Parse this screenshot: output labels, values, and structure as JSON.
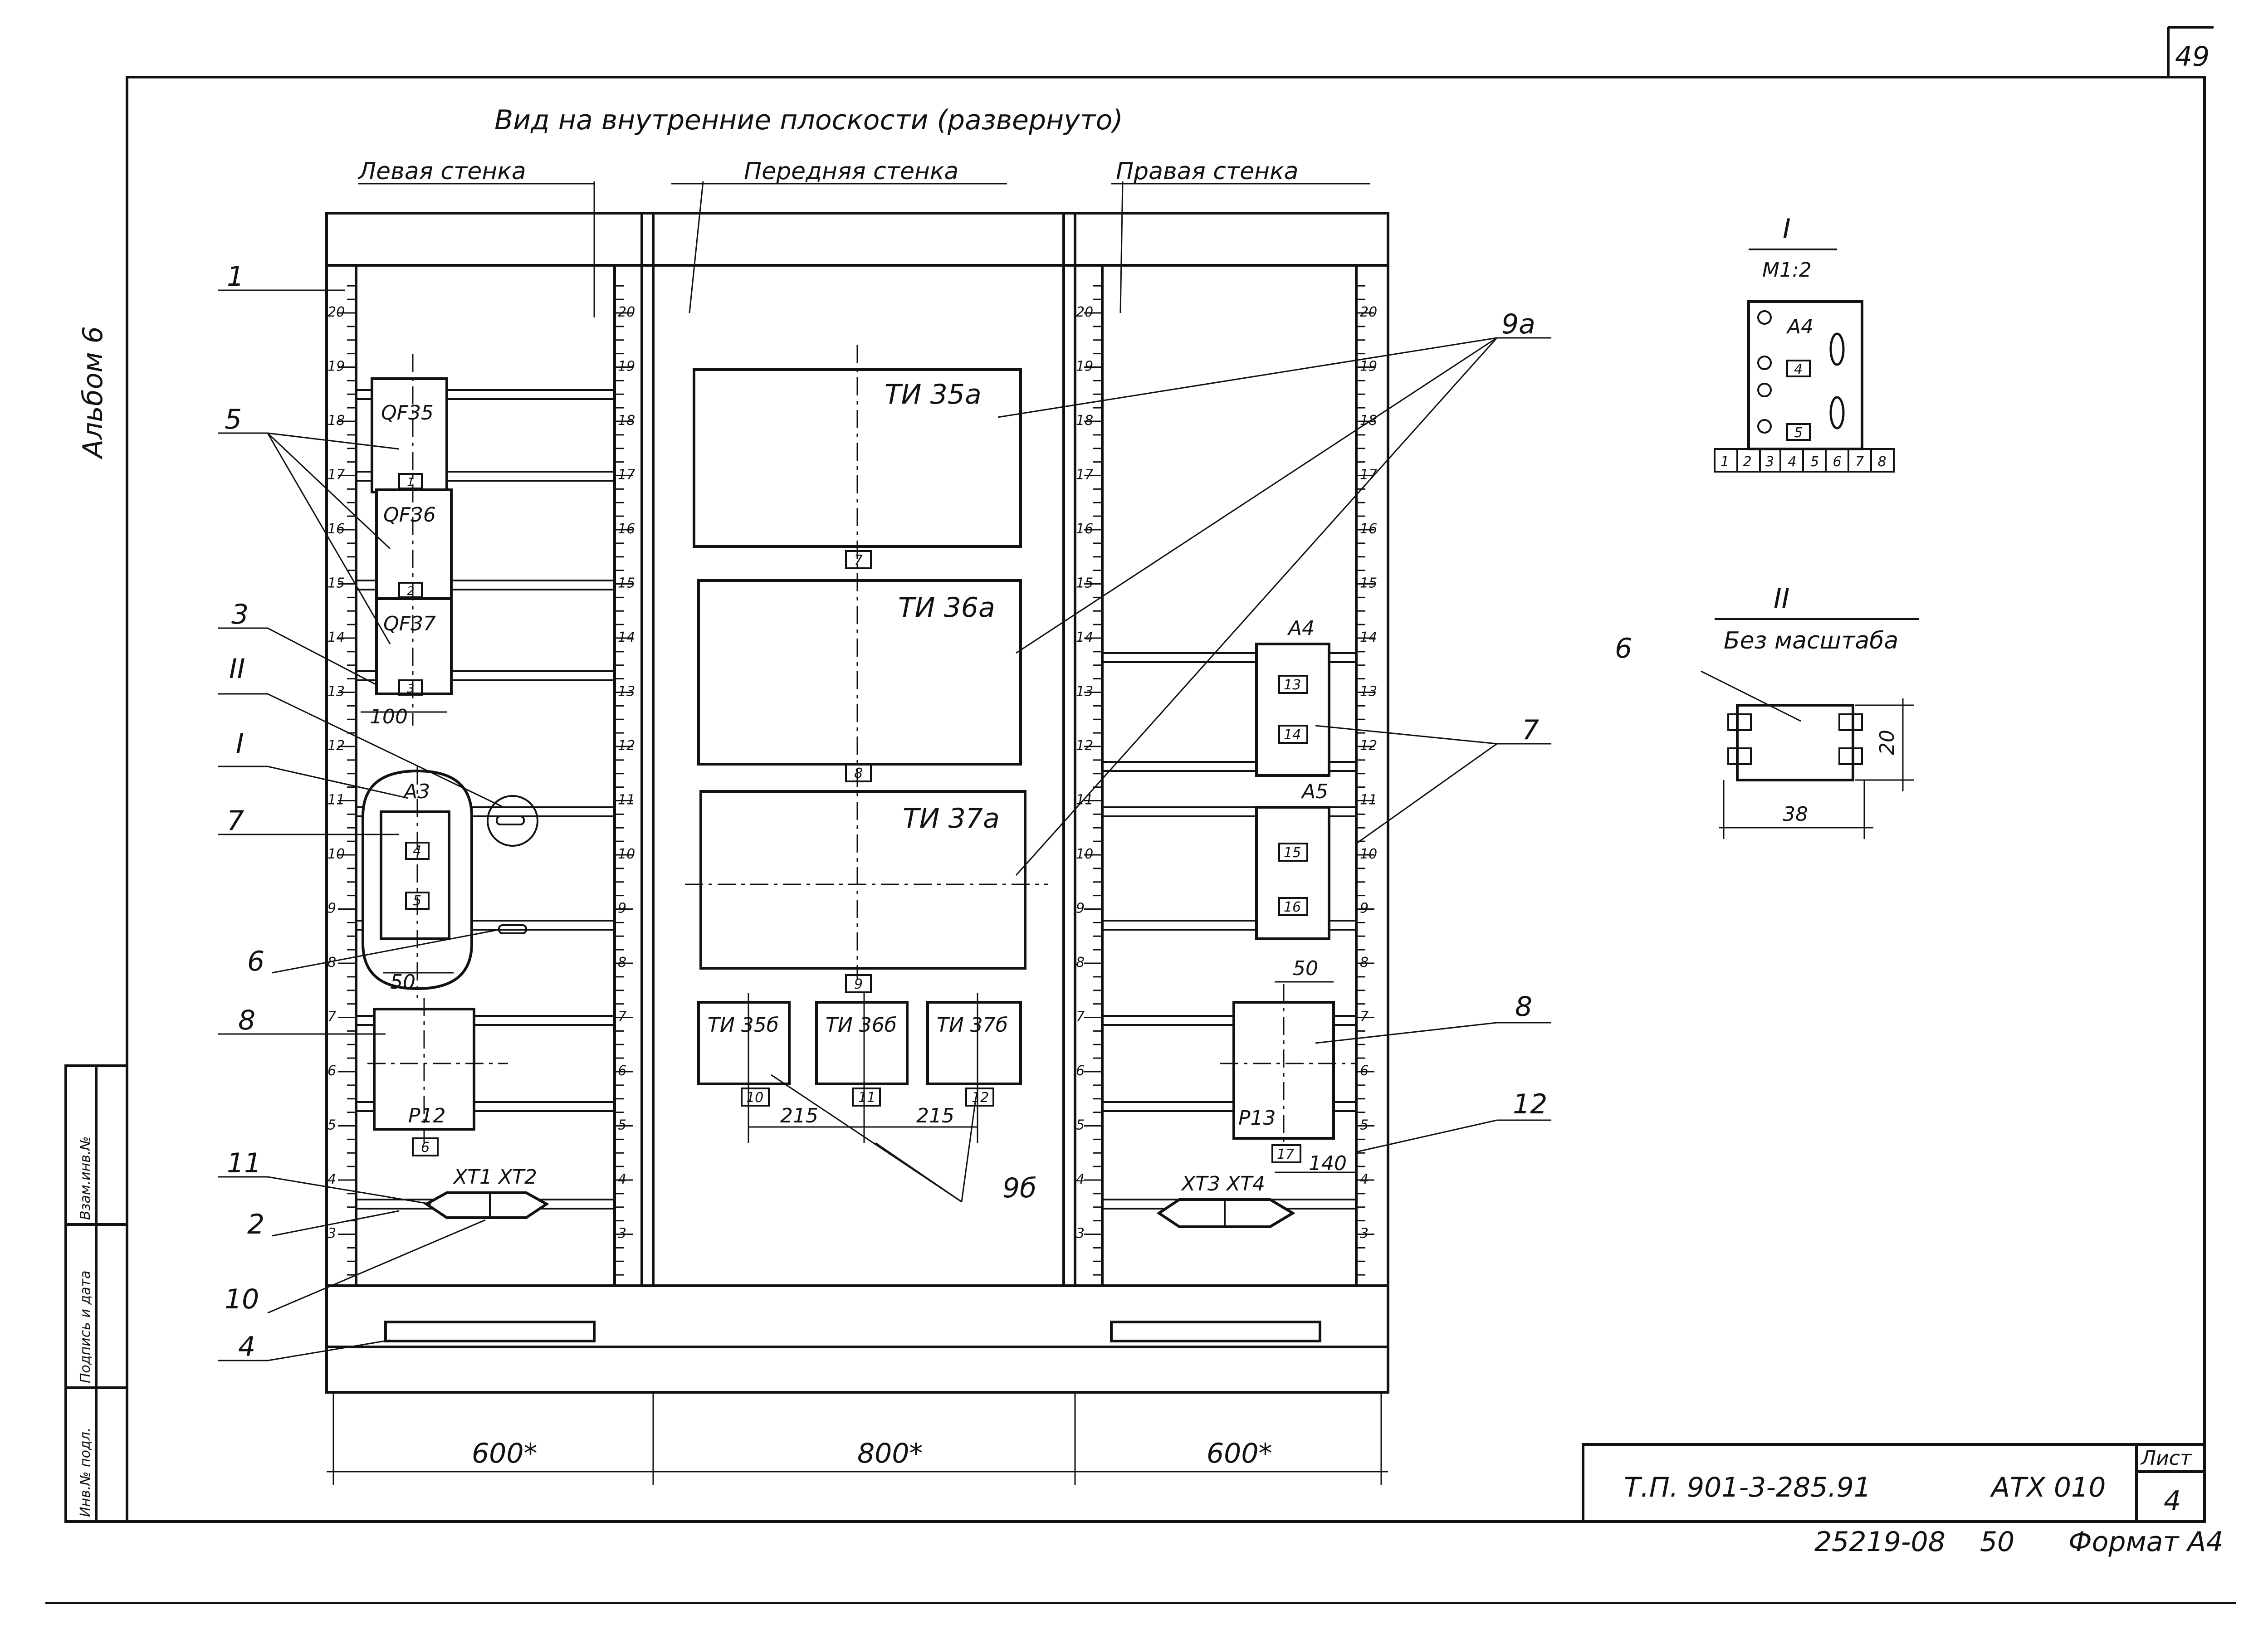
{
  "page_number": "49",
  "title": "Вид на внутренние плоскости (развернуто)",
  "album": "Альбом 6",
  "walls": {
    "left": "Левая стенка",
    "front": "Передняя стенка",
    "right": "Правая стенка"
  },
  "ruler_marks": [
    "20",
    "19",
    "18",
    "17",
    "16",
    "15",
    "14",
    "13",
    "12",
    "11",
    "10",
    "9",
    "8",
    "7",
    "6",
    "5",
    "4",
    "3"
  ],
  "breakers": [
    "QF35",
    "QF36",
    "QF37"
  ],
  "breaker_tags": [
    "1",
    "2",
    "3"
  ],
  "module_a3": {
    "name": "A3",
    "tags": [
      "4",
      "5"
    ]
  },
  "module_a4": {
    "name": "A4",
    "tags": [
      "13",
      "14"
    ]
  },
  "module_a5": {
    "name": "A5",
    "tags": [
      "15",
      "16"
    ]
  },
  "relay_p12": {
    "name": "P12",
    "tag": "6"
  },
  "relay_p13": {
    "name": "P13",
    "tag": "17"
  },
  "terminals_left": "XT1  XT2",
  "terminals_right": "XT3 XT4",
  "transducers_a": [
    {
      "name": "ТИ 35а",
      "tag": "7"
    },
    {
      "name": "ТИ 36а",
      "tag": "8"
    },
    {
      "name": "ТИ 37а",
      "tag": "9"
    }
  ],
  "transducers_b": [
    {
      "name": "ТИ 35б",
      "tag": "10"
    },
    {
      "name": "ТИ 36б",
      "tag": "11"
    },
    {
      "name": "ТИ 37б",
      "tag": "12"
    }
  ],
  "dimensions": {
    "d100": "100",
    "d50_left": "50",
    "d215_a": "215",
    "d215_b": "215",
    "d50_right": "50",
    "d140": "140",
    "w_left": "600*",
    "w_front": "800*",
    "w_right": "600*"
  },
  "callouts": {
    "c1": "1",
    "c5": "5",
    "c3": "3",
    "cII": "II",
    "cI": "I",
    "c7l": "7",
    "c6": "6",
    "c8l": "8",
    "c11": "11",
    "c2": "2",
    "c10": "10",
    "c4": "4",
    "c9a": "9а",
    "c7r": "7",
    "c8r": "8",
    "c12": "12",
    "c9b": "9б"
  },
  "detail_I": {
    "title": "I",
    "scale": "М1:2",
    "module": "А4",
    "tags": [
      "4",
      "5"
    ],
    "terminals": [
      "1",
      "2",
      "3",
      "4",
      "5",
      "6",
      "7",
      "8"
    ]
  },
  "detail_II": {
    "title": "II",
    "scale": "Без масштаба",
    "callout": "6",
    "dim_h": "20",
    "dim_w": "38"
  },
  "stamp_sidebar": [
    "Инв.№ подл.",
    "Подпись и дата",
    "Взам.инв.№"
  ],
  "title_block": {
    "doc_number": "Т.П. 901-3-285.91",
    "code": "АТХ 010",
    "sheet_label": "Лист",
    "sheet_number": "4"
  },
  "footer": {
    "archive": "25219-08",
    "copies": "50",
    "format": "Формат А4"
  }
}
